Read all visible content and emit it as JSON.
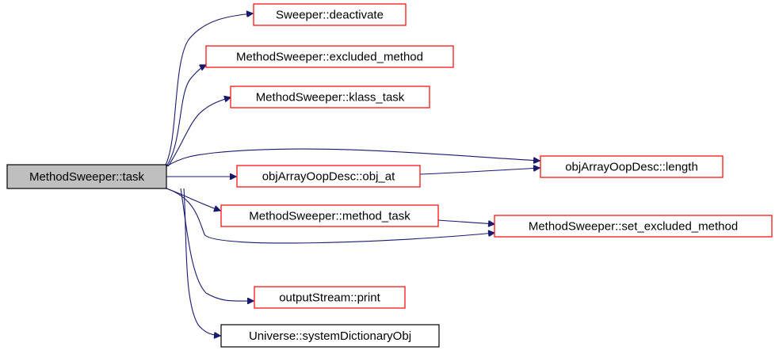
{
  "graph": {
    "root": {
      "label": "MethodSweeper::task"
    },
    "nodes": [
      {
        "id": "deactivate",
        "label": "Sweeper::deactivate",
        "link": true
      },
      {
        "id": "excluded_method",
        "label": "MethodSweeper::excluded_method",
        "link": true
      },
      {
        "id": "klass_task",
        "label": "MethodSweeper::klass_task",
        "link": true
      },
      {
        "id": "length",
        "label": "objArrayOopDesc::length",
        "link": true
      },
      {
        "id": "obj_at",
        "label": "objArrayOopDesc::obj_at",
        "link": true
      },
      {
        "id": "method_task",
        "label": "MethodSweeper::method_task",
        "link": true
      },
      {
        "id": "set_excluded_method",
        "label": "MethodSweeper::set_excluded_method",
        "link": true
      },
      {
        "id": "print",
        "label": "outputStream::print",
        "link": true
      },
      {
        "id": "systemDictionaryObj",
        "label": "Universe::systemDictionaryObj",
        "link": false
      }
    ],
    "edges": [
      {
        "from": "root",
        "to": "deactivate"
      },
      {
        "from": "root",
        "to": "excluded_method"
      },
      {
        "from": "root",
        "to": "klass_task"
      },
      {
        "from": "root",
        "to": "length"
      },
      {
        "from": "root",
        "to": "obj_at"
      },
      {
        "from": "root",
        "to": "method_task"
      },
      {
        "from": "root",
        "to": "set_excluded_method"
      },
      {
        "from": "root",
        "to": "print"
      },
      {
        "from": "root",
        "to": "systemDictionaryObj"
      },
      {
        "from": "obj_at",
        "to": "length"
      },
      {
        "from": "method_task",
        "to": "set_excluded_method"
      }
    ],
    "colors": {
      "edge": "#191970",
      "link_border": "#ff0000",
      "plain_border": "#000000",
      "root_fill": "#bfbfbf"
    }
  }
}
